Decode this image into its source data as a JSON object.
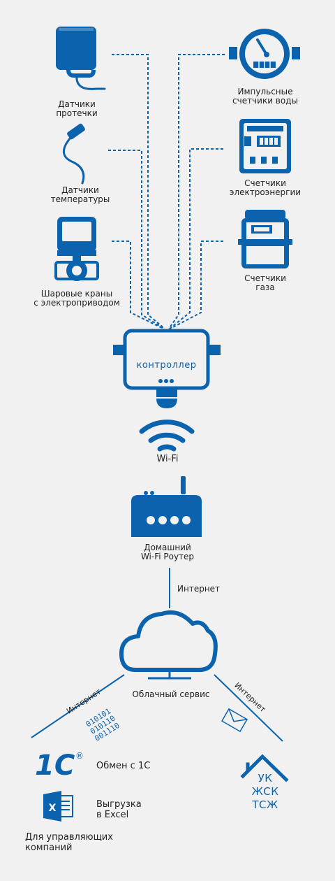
{
  "devices": {
    "leak_sensors": [
      "Датчики",
      "протечки"
    ],
    "water_meters": [
      "Импульсные",
      "счетчики воды"
    ],
    "temp_sensors": [
      "Датчики",
      "температуры"
    ],
    "electricity_meters": [
      "Счетчики",
      "электроэнергии"
    ],
    "ball_valves": [
      "Шаровые краны",
      "с электроприводом"
    ],
    "gas_meters": [
      "Счетчики",
      "газа"
    ]
  },
  "controller": {
    "label": "контроллер"
  },
  "wifi": {
    "label": "Wi-Fi"
  },
  "router": {
    "label": [
      "Домашний",
      "Wi-Fi Роутер"
    ]
  },
  "internet": {
    "label": "Интернет"
  },
  "cloud": {
    "label": "Облачный сервис"
  },
  "binary": [
    "010101",
    "010110",
    "001110"
  ],
  "integrations": {
    "onec_logo": "1С",
    "onec_reg": "®",
    "onec": "Обмен с 1С",
    "excel": [
      "Выгрузка",
      "в Excel"
    ],
    "for_companies": [
      "Для управляющих",
      "компаний"
    ]
  },
  "companies": [
    "УК",
    "ЖСК",
    "ТСЖ"
  ],
  "colors": {
    "primary": "#0b63ad",
    "background": "#f1f1f1",
    "text": "#1f1f1f"
  }
}
